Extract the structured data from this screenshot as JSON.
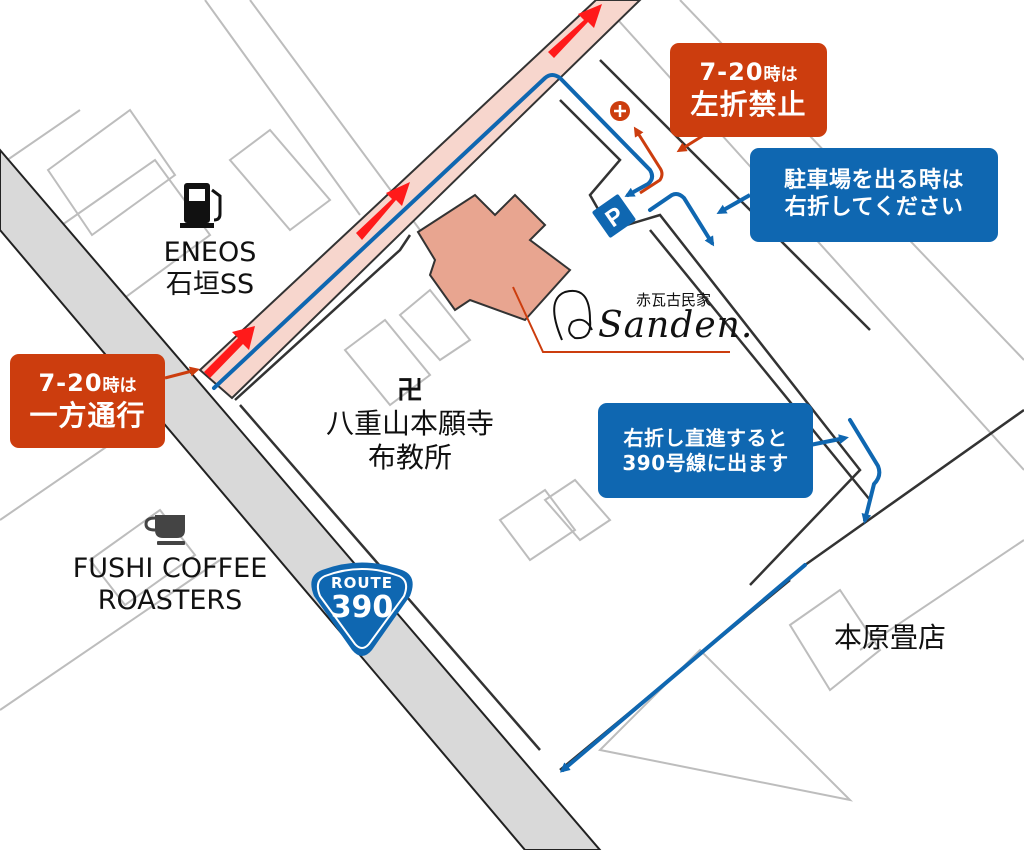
{
  "map": {
    "title": "赤瓦古民家 Sanden access map",
    "colors": {
      "route_blue": "#0f67b1",
      "warning_red": "#cc3d0e",
      "oneway_arrow_red": "#ff1a1a",
      "oneway_road_fill": "#f7d6cd",
      "building_fill": "#e8a590",
      "main_road_gray": "#d9d9d9"
    },
    "destination": {
      "name_jp": "赤瓦古民家",
      "name_en": "Sanden."
    },
    "landmarks": [
      {
        "id": "eneos",
        "icon": "fuel-pump-icon",
        "line1": "ENEOS",
        "line2": "石垣SS"
      },
      {
        "id": "temple",
        "icon": "manji-icon",
        "icon_glyph": "卍",
        "line1": "八重山本願寺",
        "line2": "布教所"
      },
      {
        "id": "coffee",
        "icon": "coffee-cup-icon",
        "line1": "FUSHI COFFEE",
        "line2": "ROASTERS"
      },
      {
        "id": "tatami",
        "line1": "本原畳店"
      }
    ],
    "route_shield": {
      "top": "ROUTE",
      "number": "390"
    },
    "parking": {
      "icon": "parking-icon",
      "glyph": "P"
    },
    "no_left_turn": {
      "icon": "no-entry-icon"
    },
    "callouts": [
      {
        "id": "one-way",
        "line1_num": "7-20",
        "line1_suffix": "時は",
        "line2": "一方通行"
      },
      {
        "id": "no-left-turn",
        "line1_num": "7-20",
        "line1_suffix": "時は",
        "line2": "左折禁止"
      },
      {
        "id": "exit-right",
        "line1": "駐車場を出る時は",
        "line2": "右折してください"
      },
      {
        "id": "to-390",
        "line1": "右折し直進すると",
        "line2": "390号線に出ます"
      }
    ]
  }
}
